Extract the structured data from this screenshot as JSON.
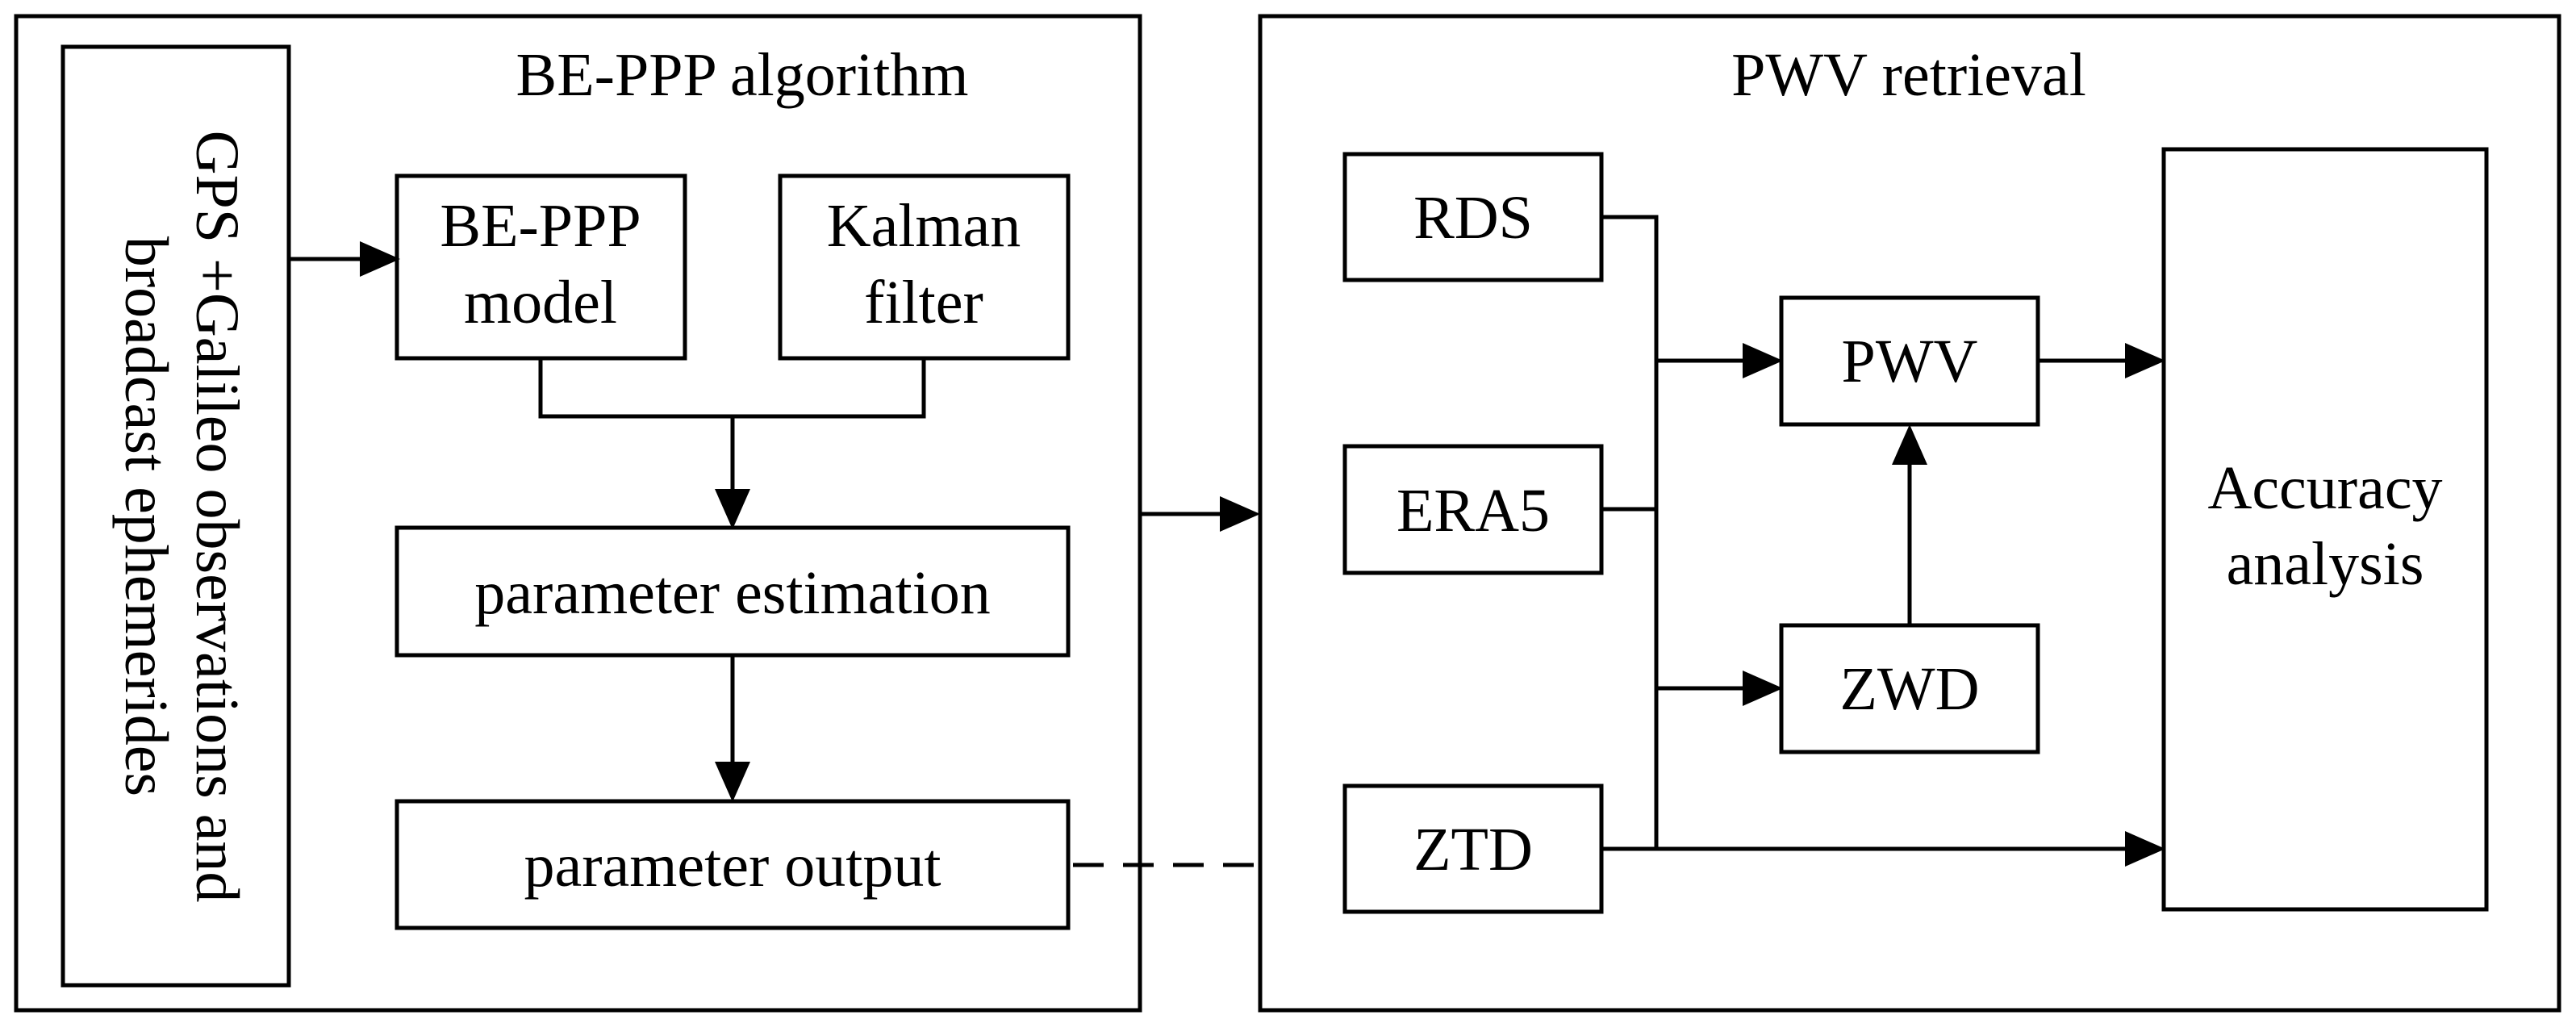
{
  "left_panel": {
    "title": "BE-PPP algorithm",
    "input_line1": "GPS +Galileo observations and",
    "input_line2": "broadcast ephemerides",
    "model_line1": "BE-PPP",
    "model_line2": "model",
    "kalman_line1": "Kalman",
    "kalman_line2": "filter",
    "estimation": "parameter estimation",
    "output": "parameter output"
  },
  "right_panel": {
    "title": "PWV retrieval",
    "rds": "RDS",
    "era5": "ERA5",
    "ztd": "ZTD",
    "pwv": "PWV",
    "zwd": "ZWD",
    "accuracy_line1": "Accuracy",
    "accuracy_line2": "analysis"
  }
}
